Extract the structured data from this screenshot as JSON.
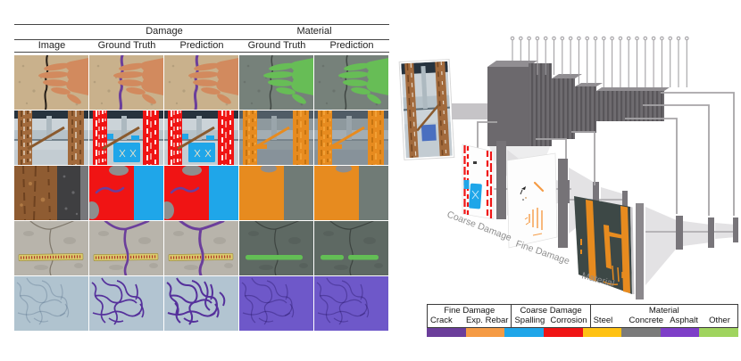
{
  "table": {
    "group_headers": [
      {
        "label": "Damage"
      },
      {
        "label": "Material"
      }
    ],
    "column_headers": [
      "Image",
      "Ground Truth",
      "Prediction",
      "Ground Truth",
      "Prediction"
    ],
    "rows": [
      {
        "scene": "r1",
        "cells": [
          "photo",
          "dgt",
          "dpred",
          "mgt",
          "mpred"
        ]
      },
      {
        "scene": "r2",
        "cells": [
          "photo",
          "dgt",
          "dpred",
          "mgt",
          "mpred"
        ]
      },
      {
        "scene": "r3",
        "cells": [
          "photo",
          "dgt",
          "dpred",
          "mgt",
          "mpred"
        ]
      },
      {
        "scene": "r4",
        "cells": [
          "photo",
          "dgt",
          "dpred",
          "mgt",
          "mpred"
        ]
      },
      {
        "scene": "r5",
        "cells": [
          "photo",
          "dgt",
          "dpred",
          "mgt",
          "mpred"
        ]
      }
    ]
  },
  "diagram": {
    "outputs": [
      {
        "label": "Coarse Damage"
      },
      {
        "label": "Fine Damage"
      },
      {
        "label": "Material"
      }
    ]
  },
  "legend": {
    "groups": [
      {
        "label": "Fine Damage"
      },
      {
        "label": "Coarse Damage"
      },
      {
        "label": "Material"
      }
    ],
    "entries": [
      {
        "key": "crack",
        "label": "Crack",
        "color": "#6B3E9B"
      },
      {
        "key": "rebar",
        "label": "Exp. Rebar",
        "color": "#F59B45"
      },
      {
        "key": "spalling",
        "label": "Spalling",
        "color": "#1FA6E9"
      },
      {
        "key": "corrosion",
        "label": "Corrosion",
        "color": "#F01414"
      },
      {
        "key": "steel",
        "label": "Steel",
        "color": "#FFC213"
      },
      {
        "key": "concrete",
        "label": "Concrete",
        "color": "#7B7B7B"
      },
      {
        "key": "asphalt",
        "label": "Asphalt",
        "color": "#7E3FC8"
      },
      {
        "key": "other",
        "label": "Other",
        "color": "#A0D45F"
      }
    ]
  },
  "palette": {
    "concrete_tan": "#C9B18C",
    "skin": "#D28A5E",
    "hand_overlay": "#67BD56",
    "concrete_overlay": "#76817A",
    "steel_overlay": "#E78B1F",
    "ruler_overlay": "#63BE55",
    "asphalt_overlay": "#6E58C9",
    "crack_web": "#55309B",
    "material_panel": "#3D4846"
  }
}
